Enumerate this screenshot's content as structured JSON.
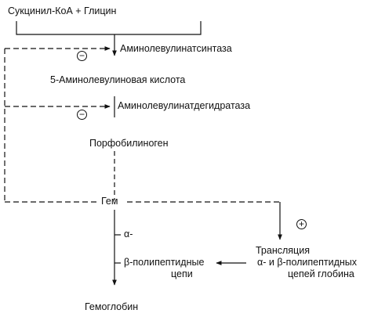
{
  "nodes": {
    "substrates": "Сукцинил-КоА + Глицин",
    "enzyme1": "Аминолевулинатсинтаза",
    "ala": "5-Аминолевулиновая кислота",
    "enzyme2": "Аминолевулинатдегидратаза",
    "porphobilinogen": "Порфобилиноген",
    "heme": "Гем",
    "alpha_chain": "α-",
    "beta_chain": "β-полипептидные",
    "chains_suffix": "цепи",
    "translation_line1": "Трансляция",
    "translation_line2": "α- и β-полипептидных",
    "translation_line3": "цепей глобина",
    "hemoglobin": "Гемоглобин"
  },
  "signs": {
    "inhibition_1": "−",
    "inhibition_2": "−",
    "activation": "+"
  }
}
